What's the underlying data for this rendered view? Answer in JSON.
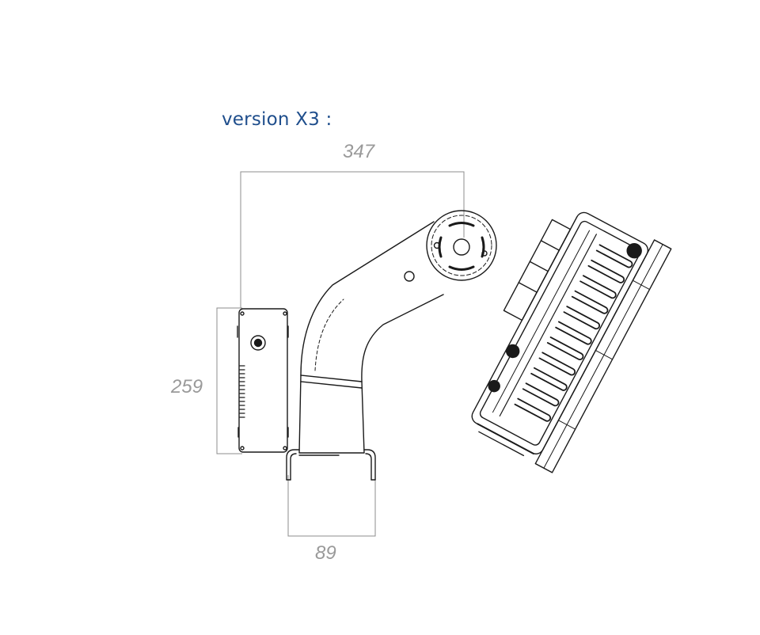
{
  "title": "version X3 :",
  "dimensions": {
    "width_top": "347",
    "height_left": "259",
    "width_bottom": "89"
  },
  "colors": {
    "title": "#1f4e8c",
    "dimension_text": "#9a9a9a",
    "dimension_line": "#8c8c8c",
    "drawing": "#1a1a1a"
  }
}
